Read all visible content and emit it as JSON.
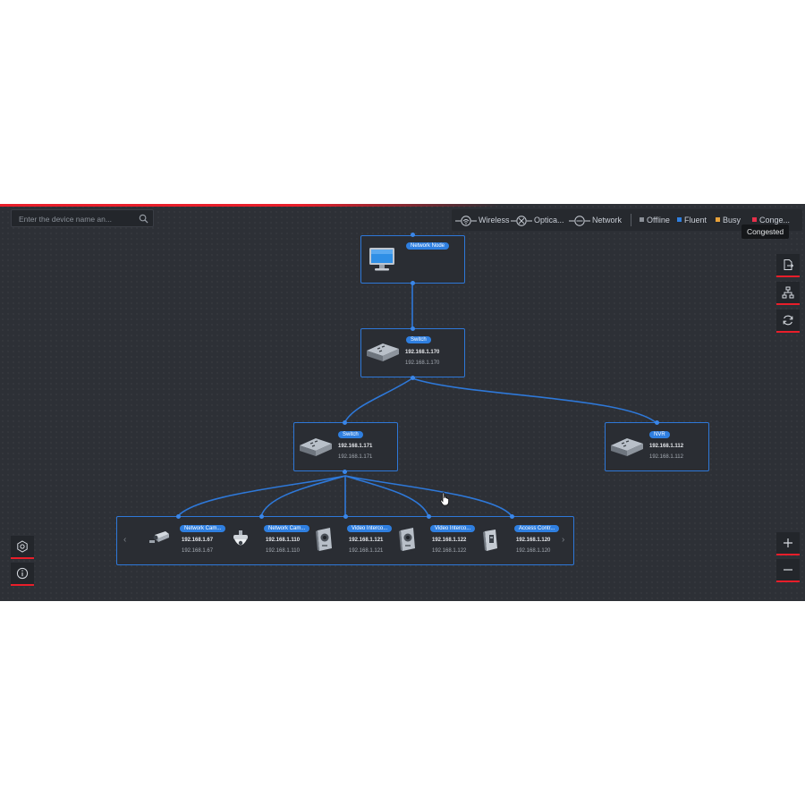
{
  "search": {
    "placeholder": "Enter the device name an..."
  },
  "legend": {
    "wireless": "Wireless",
    "optical": "Optica...",
    "network": "Network",
    "offline": "Offline",
    "fluent": "Fluent",
    "busy": "Busy",
    "congested": "Conge..."
  },
  "tooltip": "Congested",
  "colors": {
    "offline": "#8a8f96",
    "fluent": "#2f7fe0",
    "busy": "#e8a23a",
    "congested": "#e8304a",
    "link": "#2e78d8",
    "accent": "#e81e2a"
  },
  "topology": {
    "root": {
      "label": "Network Node",
      "icon": "monitor-icon"
    },
    "switch_main": {
      "label": "Switch",
      "ip": "192.168.1.170",
      "ip2": "192.168.1.170",
      "icon": "switch-icon"
    },
    "switch_2": {
      "label": "Switch",
      "ip": "192.168.1.171",
      "ip2": "192.168.1.171",
      "icon": "switch-icon"
    },
    "nvr": {
      "label": "NVR",
      "ip": "192.168.1.112",
      "ip2": "192.168.1.112",
      "icon": "nvr-icon"
    },
    "devices": [
      {
        "label": "Network Cam...",
        "ip": "192.168.1.67",
        "ip2": "192.168.1.67",
        "icon": "bullet-camera-icon"
      },
      {
        "label": "Network Cam...",
        "ip": "192.168.1.110",
        "ip2": "192.168.1.110",
        "icon": "dome-camera-icon"
      },
      {
        "label": "Video Interco...",
        "ip": "192.168.1.121",
        "ip2": "192.168.1.121",
        "icon": "video-intercom-icon"
      },
      {
        "label": "Video Interco...",
        "ip": "192.168.1.122",
        "ip2": "192.168.1.122",
        "icon": "video-intercom-icon"
      },
      {
        "label": "Access Contr...",
        "ip": "192.168.1.120",
        "ip2": "192.168.1.120",
        "icon": "access-controller-icon"
      }
    ]
  },
  "toolbar": {
    "right": [
      "export-icon",
      "topology-icon",
      "refresh-icon"
    ],
    "zoom": [
      "zoom-in-icon",
      "zoom-out-icon"
    ],
    "left": [
      "settings-icon",
      "info-icon"
    ]
  }
}
